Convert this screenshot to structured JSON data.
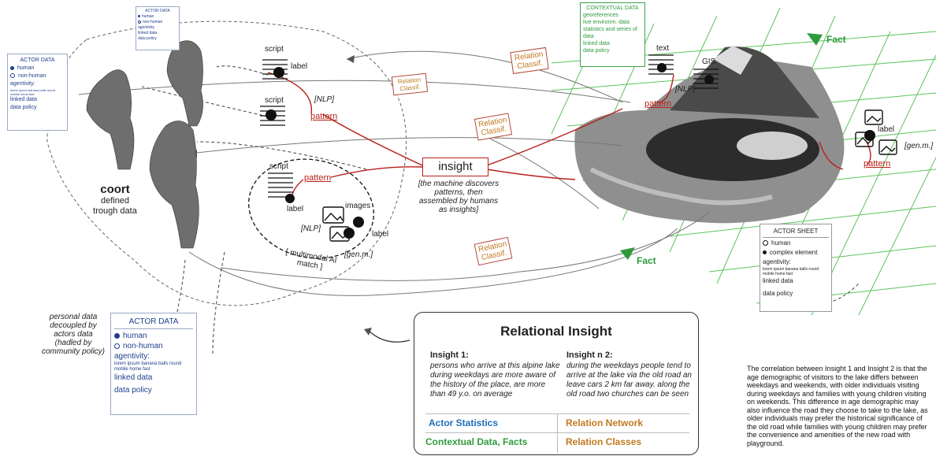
{
  "colors": {
    "accent_red": "#b8201a",
    "relation": "#c07a20",
    "blue": "#1e3f8c",
    "green": "#2f9a3c"
  },
  "actor_small": {
    "title": "ACTOR DATA",
    "human": "human",
    "nonhuman": "non-human",
    "agentivity": "agentivity",
    "linked": "linked data",
    "policy": "data policy"
  },
  "actor_left": {
    "title": "ACTOR DATA",
    "human": "human",
    "nonhuman": "non-human",
    "agentivity": "agentivity:",
    "lorem": "lorem ipsum banana balls round mobile home fast",
    "linked": "linked data",
    "policy": "data policy"
  },
  "actor_bottom": {
    "title": "ACTOR DATA",
    "human": "human",
    "nonhuman": "non-human",
    "agentivity": "agentivity:",
    "lorem": "lorem ipsum banana balls round mobile home fast",
    "linked": "linked data",
    "policy": "data policy"
  },
  "actor_sheet": {
    "title": "ACTOR SHEET",
    "human": "human",
    "complex": "complex element",
    "agentivity": "agentivity:",
    "lorem": "lorem ipsum banana balls round mobile home fast",
    "linked": "linked data",
    "policy": "data policy"
  },
  "contextual": {
    "title": "CONTEXTUAL DATA",
    "items": [
      "georeferences",
      "live environm. data",
      "statistics and series of data",
      "linked data",
      "data policy"
    ]
  },
  "coort": {
    "title": "coort",
    "sub": "defined trough data"
  },
  "labels": {
    "script": "script",
    "label": "label",
    "pattern": "pattern",
    "nlp": "[NLP]",
    "text": "text",
    "gis": "GIS",
    "images": "images",
    "genm": "[gen.m.]",
    "multimodal": "[ multimodal AI match ]",
    "fact": "Fact"
  },
  "relation_classif": "Relation Classif.",
  "insight": {
    "label": "insight",
    "caption": "[the machine discovers patterns, then assembled by humans as insights]"
  },
  "personal": "personal data decoupled by actors data (hadled by community policy)",
  "relational": {
    "title": "Relational Insight",
    "i1_head": "Insight 1:",
    "i1_text": "persons who arrive at this alpine lake during weekdays are more aware of the history of the place, are more than 49 y.o. on average",
    "i2_head": "Insight n 2:",
    "i2_text": "during the weekdays people tend to arrive at the lake via the old road an leave cars 2 km far away. along the old road two churches can be seen",
    "cats": [
      "Actor Statistics",
      "Relation Network",
      "Contextual Data, Facts",
      "Relation Classes"
    ]
  },
  "correlation": "The correlation between Insight 1 and Insight 2 is that the age demographic of visitors to the lake differs between weekdays and weekends, with older individuals visiting during weekdays and families with young children visiting on weekends. This difference in age demographic may also influence the road they choose to take to the lake, as older individuals may prefer the historical significance of the old road while families with young children may prefer the convenience and amenities of the new road with playground."
}
